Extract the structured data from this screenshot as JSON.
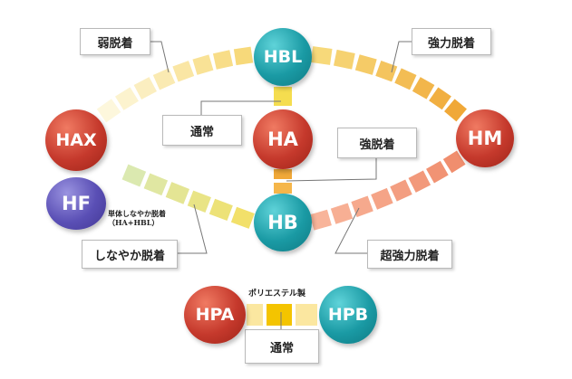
{
  "nodes": {
    "hbl": "HBL",
    "hax": "HAX",
    "ha": "HA",
    "hm": "HM",
    "hf": "HF",
    "hb": "HB",
    "hpa": "HPA",
    "hpb": "HPB"
  },
  "labels": {
    "weak": "弱脱着",
    "strong_force": "強力脱着",
    "normal_top": "通常",
    "strong": "強脱着",
    "flexible": "しなやか脱着",
    "super_strong": "超強力脱着",
    "normal_bottom": "通常"
  },
  "hf_note": {
    "line1": "単体しなやか脱着",
    "line2": "（HA+HBL）"
  },
  "polyester": "ポリエステル製",
  "colors": {
    "teal": "#1a9aa4",
    "red": "#c5392c",
    "purple": "#5a4fb5",
    "yellow": "#f2d34a",
    "orange": "#f0a838",
    "salmon": "#f08e6e",
    "green_pale": "#d6e8a8"
  }
}
